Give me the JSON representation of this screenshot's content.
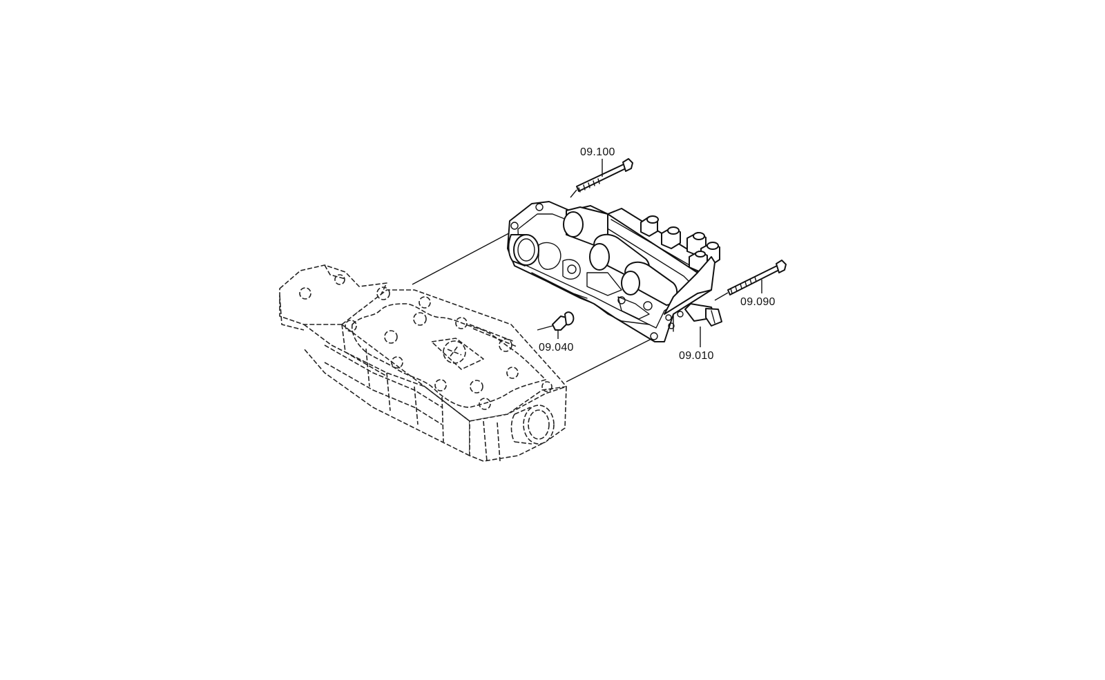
{
  "diagram": {
    "callouts": [
      {
        "id": "09.100",
        "label": "09.100"
      },
      {
        "id": "09.090",
        "label": "09.090"
      },
      {
        "id": "09.040",
        "label": "09.040"
      },
      {
        "id": "09.010",
        "label": "09.010"
      }
    ]
  }
}
